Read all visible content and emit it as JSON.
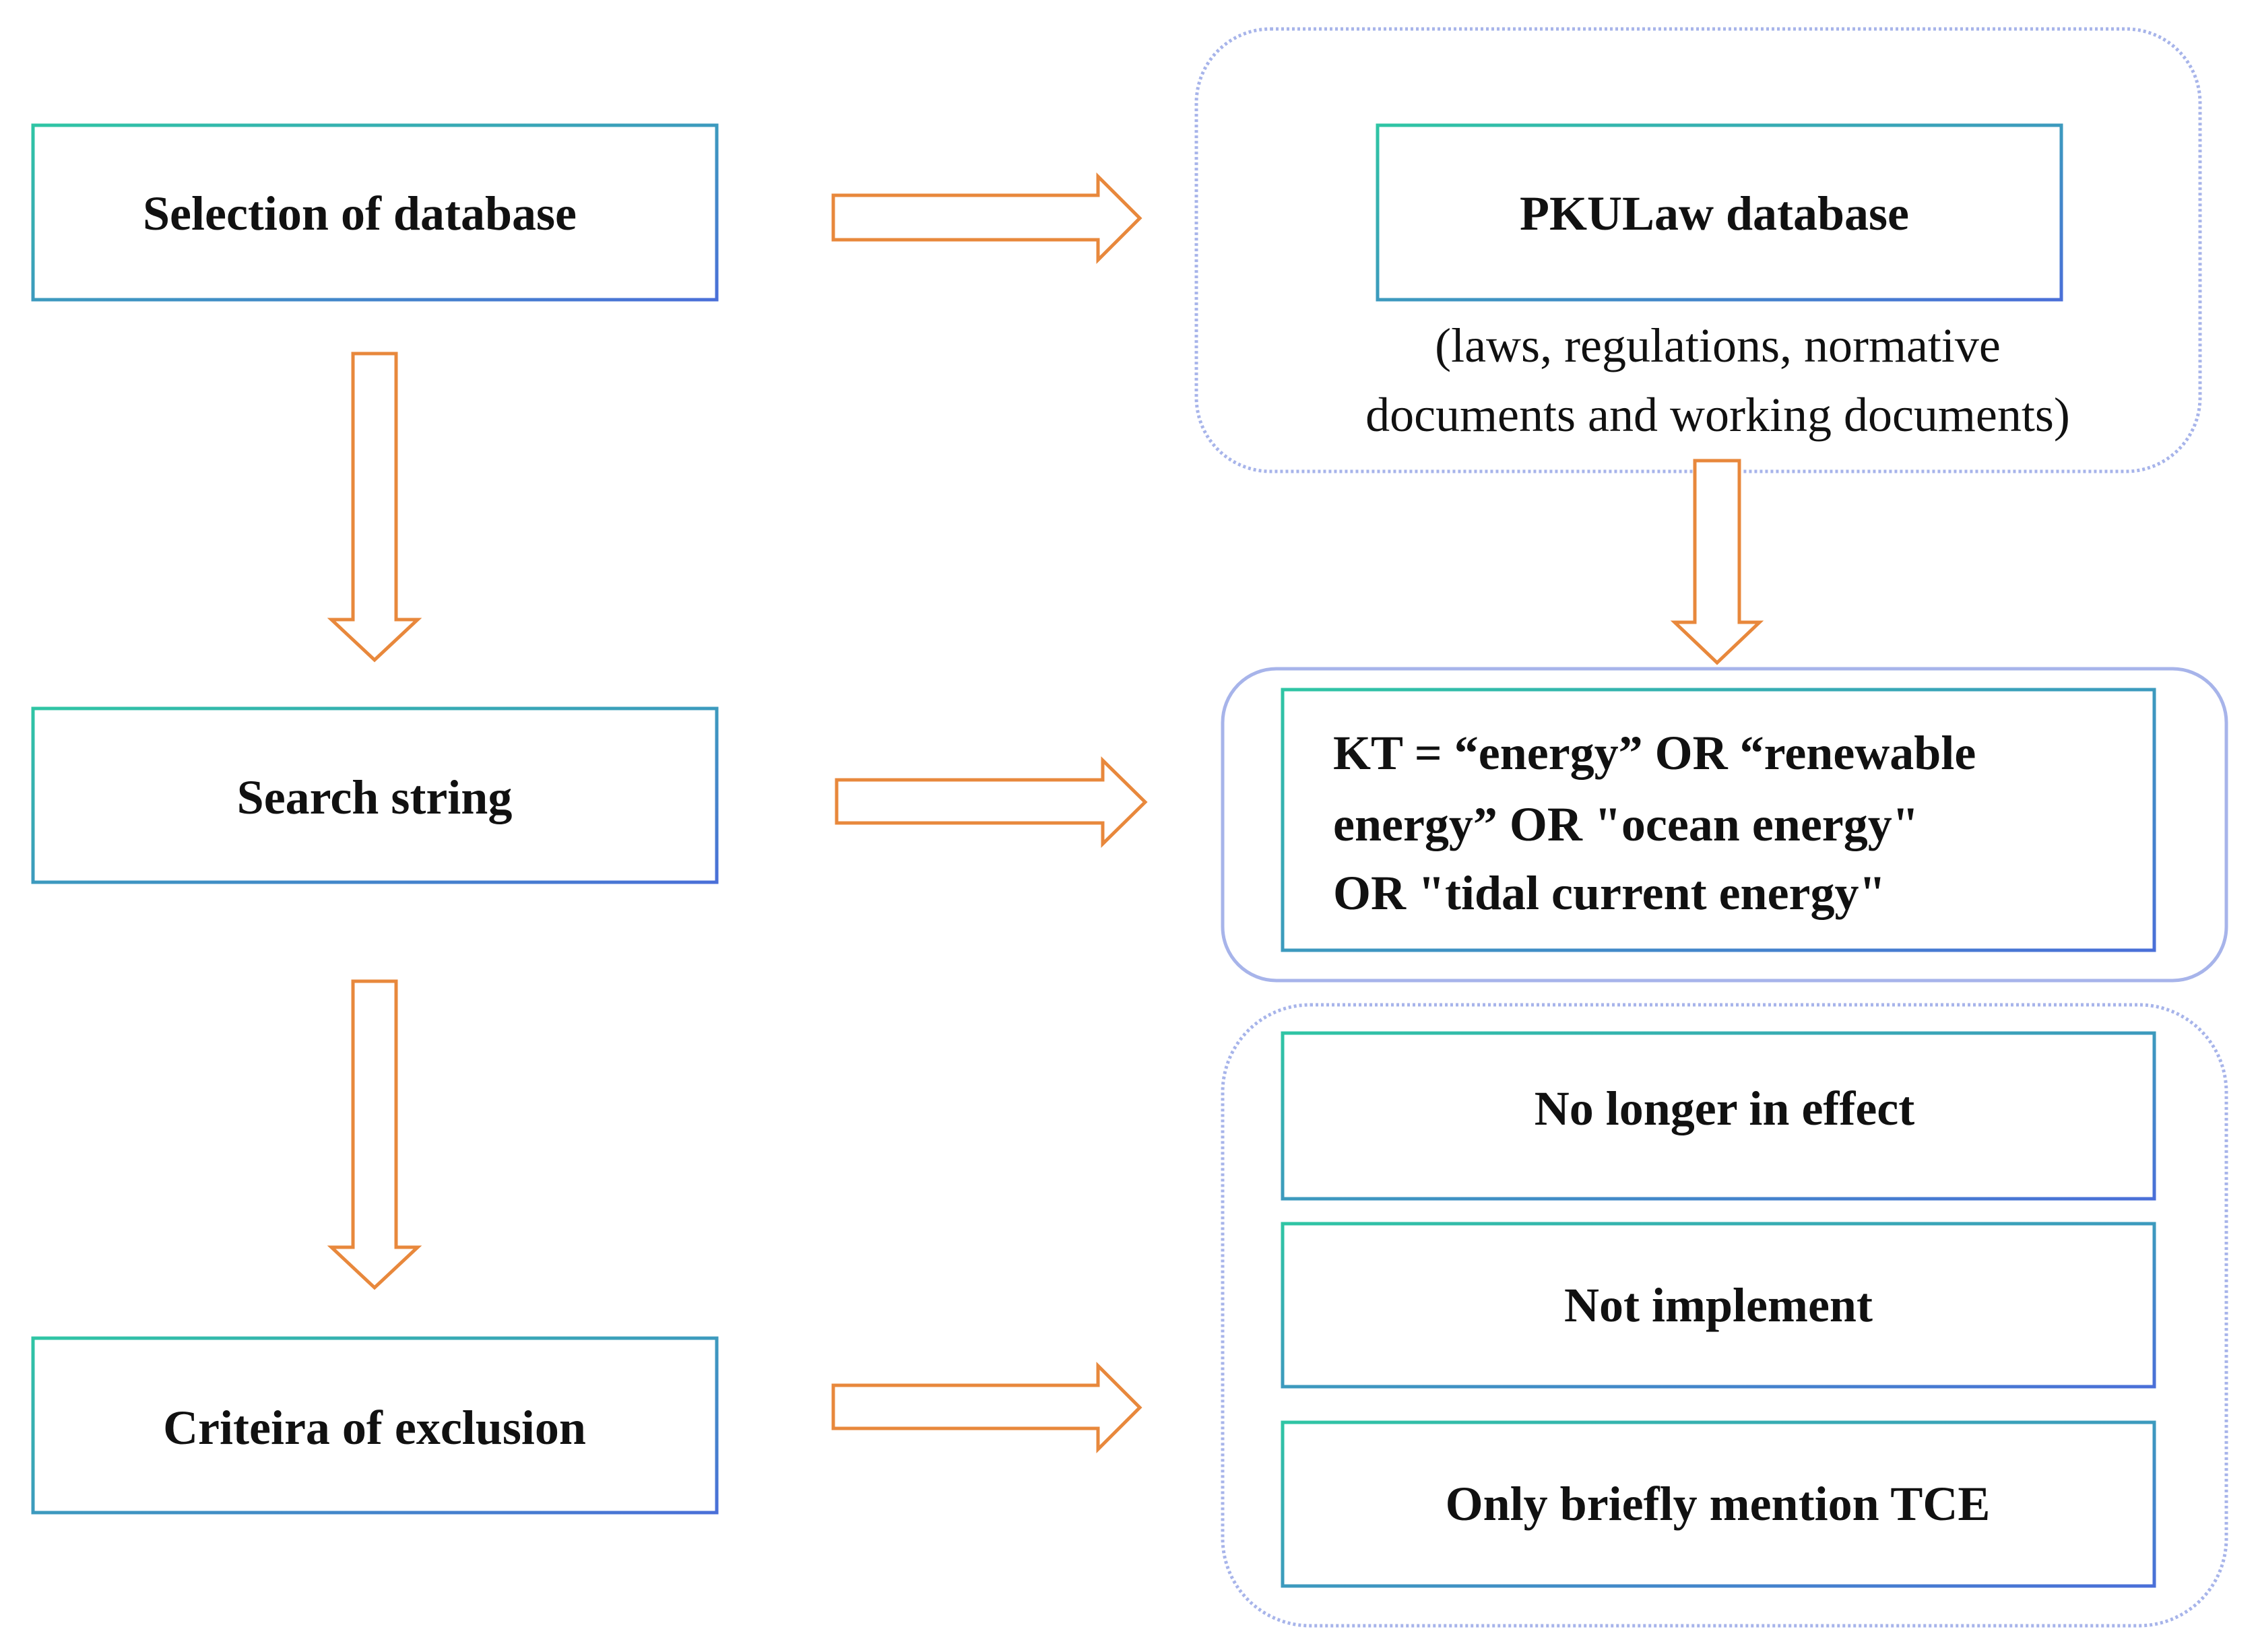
{
  "colors": {
    "box_border_start": "#2fc5a4",
    "box_border_end": "#4a6fd8",
    "group_border": "#a7b4ea",
    "arrow_stroke": "#e8883c",
    "text": "#111111"
  },
  "left_column": {
    "selection": "Selection of database",
    "search": "Search string",
    "exclusion": "Criteira of exclusion"
  },
  "database": {
    "name": "PKULaw database",
    "note_line1": "(laws, regulations, normative",
    "note_line2": "documents and working documents)"
  },
  "search_string": {
    "line1": "KT = “energy” OR “renewable",
    "line2": "energy” OR  \"ocean energy\"",
    "line3": "OR \"tidal current energy\""
  },
  "exclusion_criteria": [
    "No longer in effect",
    "Not  implement",
    "Only briefly mention TCE"
  ]
}
